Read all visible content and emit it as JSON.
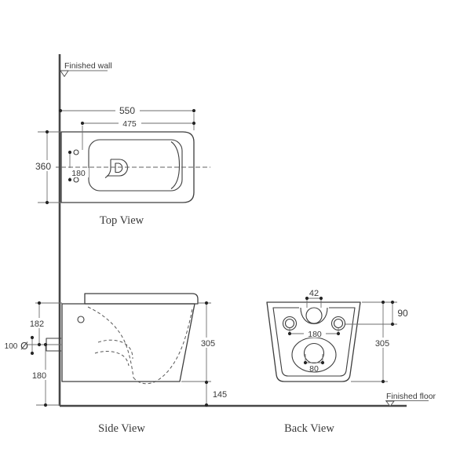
{
  "drawing": {
    "type": "technical-dimension-drawing",
    "subject": "wall-hung toilet",
    "views": {
      "top_view_label": "Top View",
      "side_view_label": "Side View",
      "back_view_label": "Back View"
    },
    "annotations": {
      "finished_wall": "Finished wall",
      "finished_floor": "Finished floor"
    },
    "dims": {
      "top": {
        "overall_width": "550",
        "inner_depth": "475",
        "overall_height": "360",
        "hole_spacing": "180"
      },
      "side": {
        "top_to_drain": "182",
        "drain_dia_value": "100",
        "drain_dia_symbol": "Ø",
        "drain_to_floor": "180",
        "body_height": "305",
        "floor_clearance": "145"
      },
      "back": {
        "inlet_width": "42",
        "hole_spacing": "180",
        "top_to_holes": "90",
        "body_height": "305",
        "drain_width": "80"
      }
    },
    "colors": {
      "background": "#ffffff",
      "outline": "#3d3d3d",
      "wall_floor": "#474747",
      "dimension": "#6e6e6e",
      "text": "#393939"
    }
  }
}
